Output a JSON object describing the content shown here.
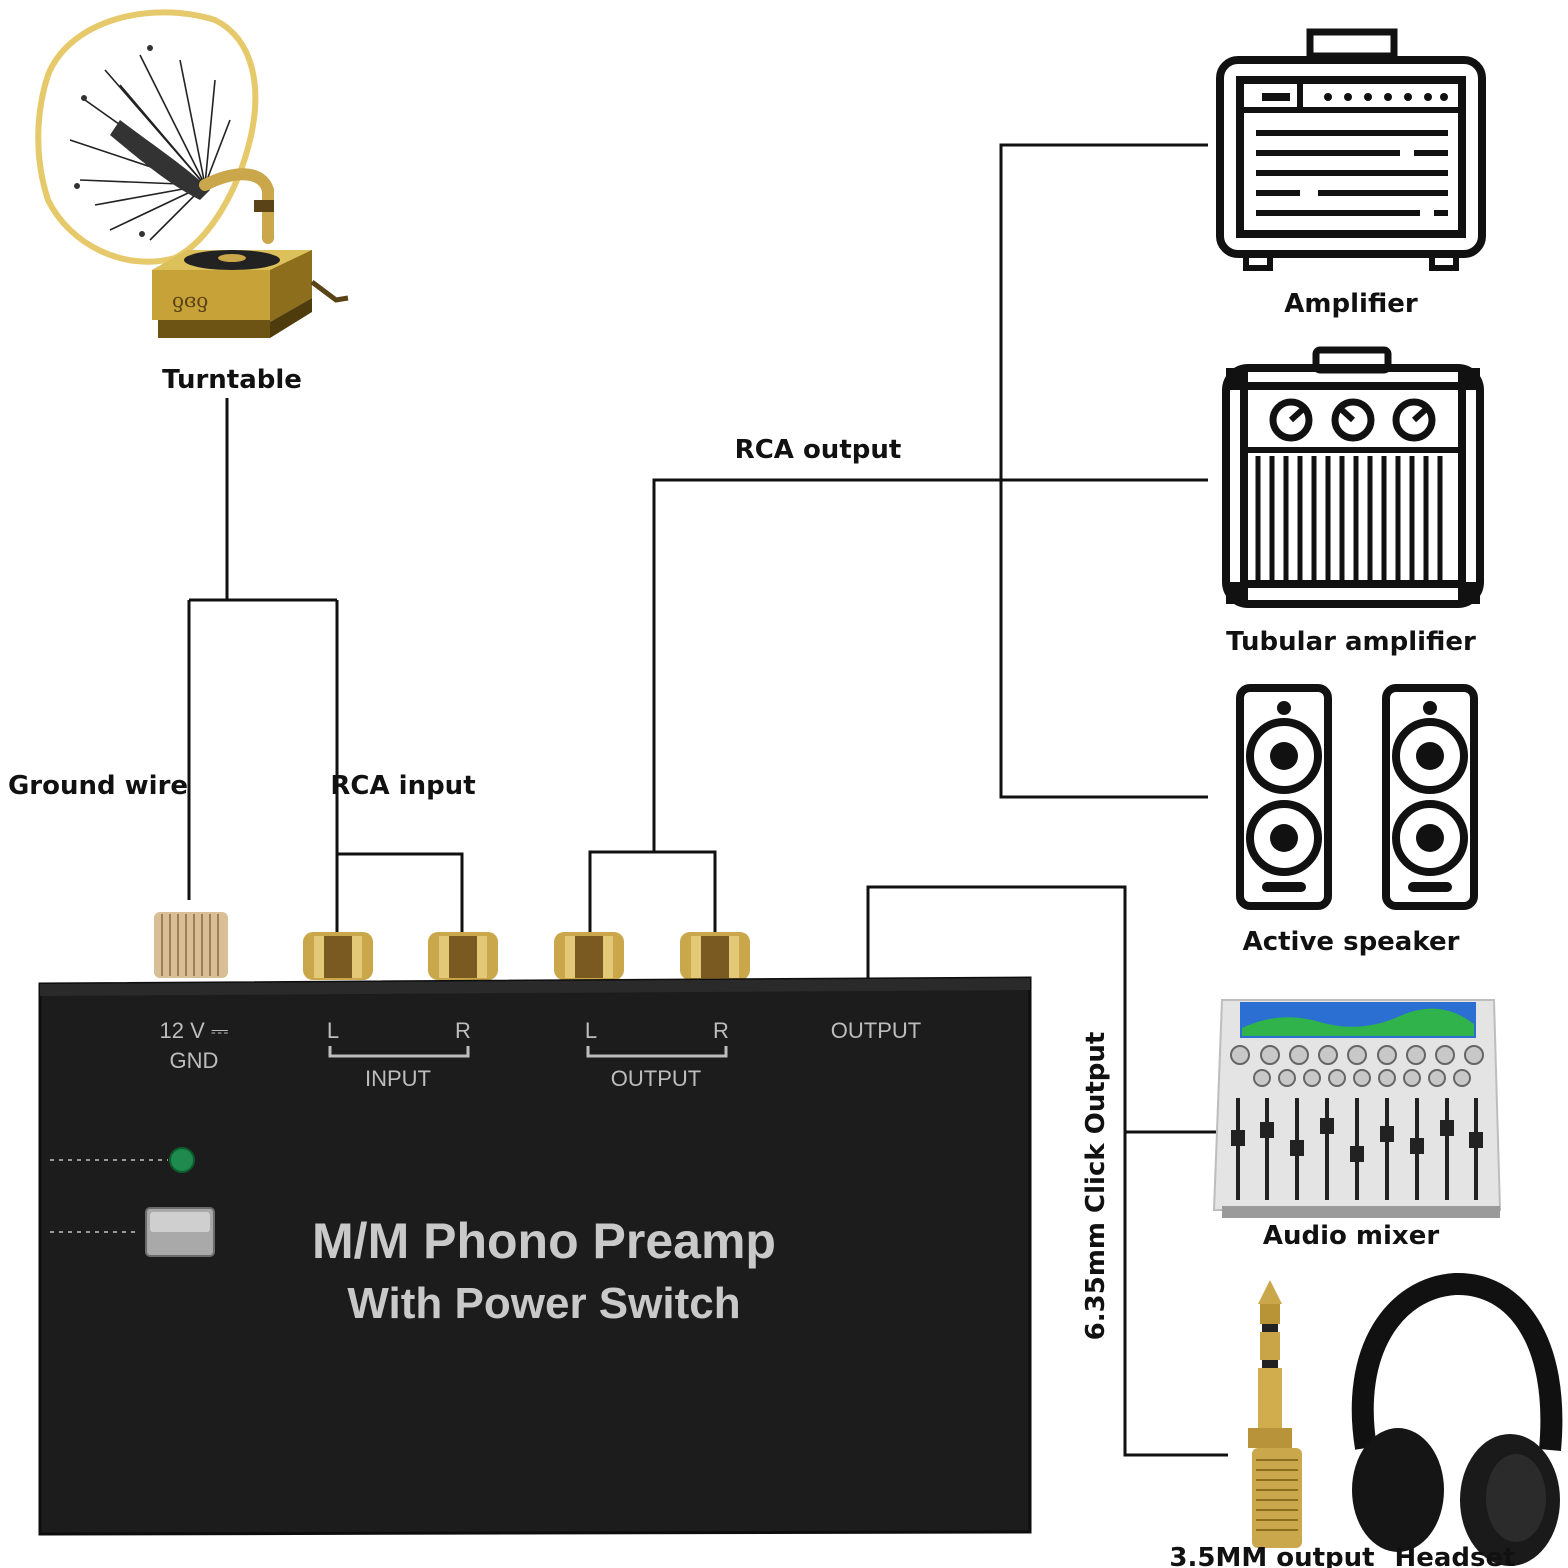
{
  "labels": {
    "turntable": "Turntable",
    "ground_wire": "Ground wire",
    "rca_input": "RCA input",
    "rca_output": "RCA output",
    "amplifier": "Amplifier",
    "tubular_amplifier": "Tubular amplifier",
    "active_speaker": "Active speaker",
    "audio_mixer": "Audio mixer",
    "click_output": "6.35mm Click Output",
    "mm_output": "3.5MM output",
    "headset": "Headset"
  },
  "device": {
    "title_line1": "M/M Phono Preamp",
    "title_line2": "With Power Switch",
    "power_top": "12 V ⎓",
    "power_bottom": "GND",
    "input_left": "L",
    "input_right": "R",
    "input_label": "INPUT",
    "output_left": "L",
    "output_right": "R",
    "output_label": "OUTPUT",
    "headphone_output_label": "OUTPUT"
  },
  "colors": {
    "wire": "#111111",
    "device_body": "#1c1c1c",
    "gold": "#c9a74a",
    "led": "#1e8a4e"
  }
}
